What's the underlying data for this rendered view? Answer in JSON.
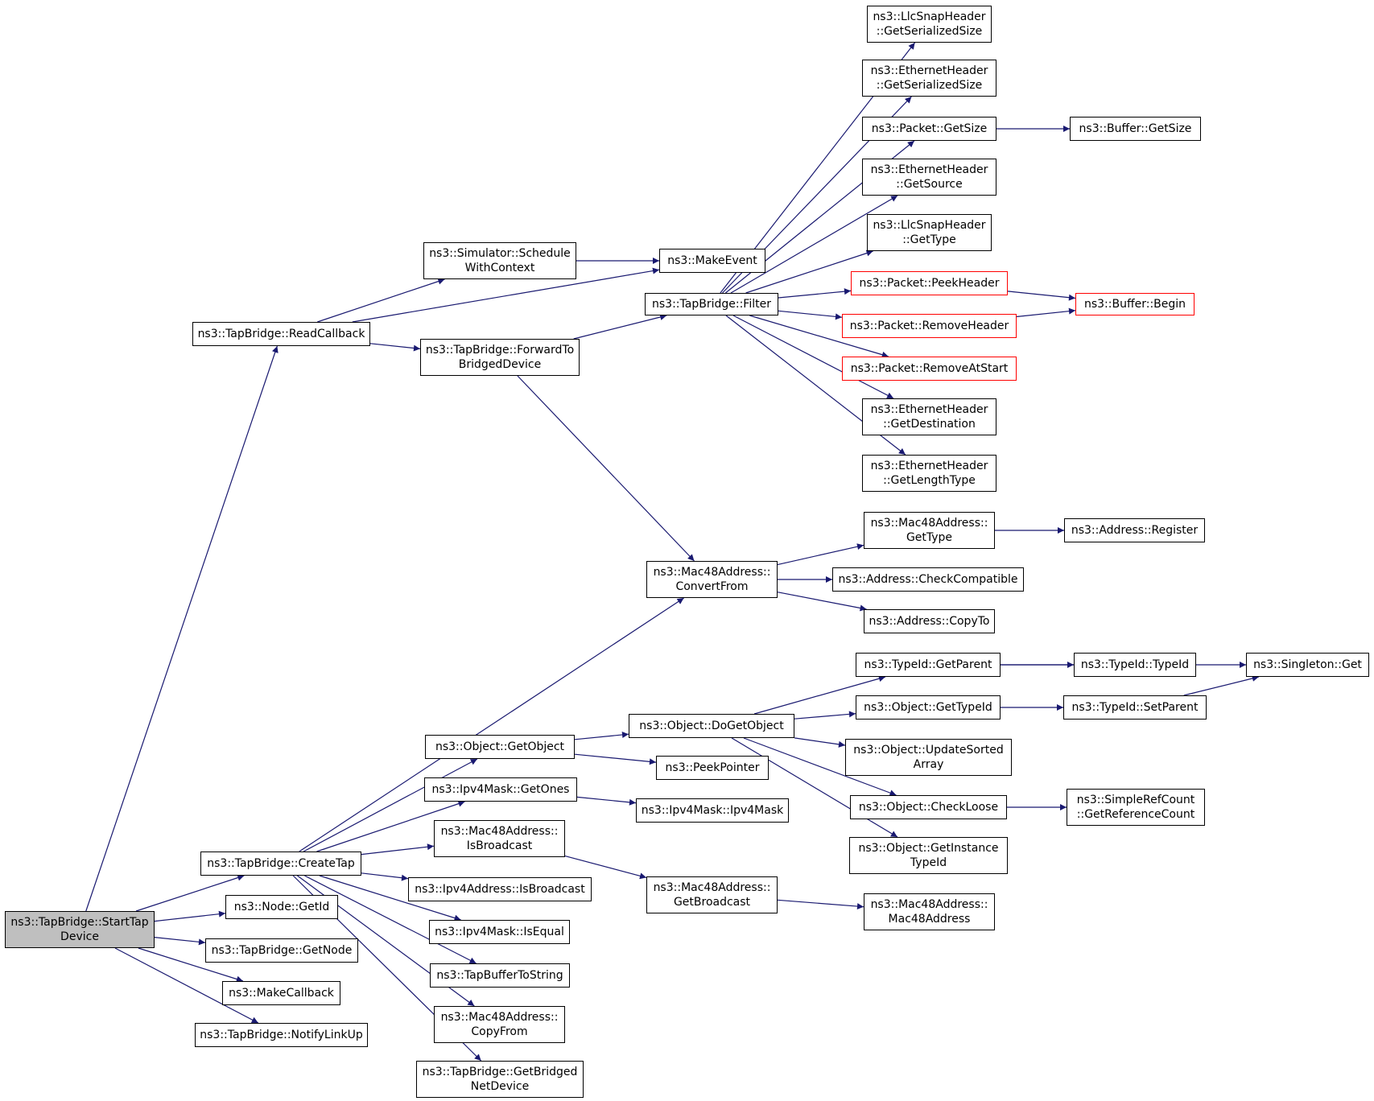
{
  "colors": {
    "edge": "#191970",
    "node_border": "#000000",
    "truncated_border": "#ff0000",
    "root_fill": "#bfbfbf"
  },
  "nodes": [
    {
      "id": "start",
      "lines": [
        "ns3::TapBridge::StartTap",
        "Device"
      ],
      "root": true
    },
    {
      "id": "readcb",
      "lines": [
        "ns3::TapBridge::ReadCallback"
      ]
    },
    {
      "id": "createtap",
      "lines": [
        "ns3::TapBridge::CreateTap"
      ]
    },
    {
      "id": "getid",
      "lines": [
        "ns3::Node::GetId"
      ]
    },
    {
      "id": "getnode",
      "lines": [
        "ns3::TapBridge::GetNode"
      ]
    },
    {
      "id": "makecb",
      "lines": [
        "ns3::MakeCallback"
      ]
    },
    {
      "id": "notify",
      "lines": [
        "ns3::TapBridge::NotifyLinkUp"
      ]
    },
    {
      "id": "sched",
      "lines": [
        "ns3::Simulator::Schedule",
        "WithContext"
      ]
    },
    {
      "id": "fwd",
      "lines": [
        "ns3::TapBridge::ForwardTo",
        "BridgedDevice"
      ]
    },
    {
      "id": "getobj",
      "lines": [
        "ns3::Object::GetObject"
      ]
    },
    {
      "id": "getones",
      "lines": [
        "ns3::Ipv4Mask::GetOnes"
      ]
    },
    {
      "id": "macisbc",
      "lines": [
        "ns3::Mac48Address::",
        "IsBroadcast"
      ]
    },
    {
      "id": "ipisbc",
      "lines": [
        "ns3::Ipv4Address::IsBroadcast"
      ]
    },
    {
      "id": "isequal",
      "lines": [
        "ns3::Ipv4Mask::IsEqual"
      ]
    },
    {
      "id": "tapbuf",
      "lines": [
        "ns3::TapBufferToString"
      ]
    },
    {
      "id": "copyfrom",
      "lines": [
        "ns3::Mac48Address::",
        "CopyFrom"
      ]
    },
    {
      "id": "getbridged",
      "lines": [
        "ns3::TapBridge::GetBridged",
        "NetDevice"
      ]
    },
    {
      "id": "makeevent",
      "lines": [
        "ns3::MakeEvent"
      ]
    },
    {
      "id": "filter",
      "lines": [
        "ns3::TapBridge::Filter"
      ]
    },
    {
      "id": "convfrom",
      "lines": [
        "ns3::Mac48Address::",
        "ConvertFrom"
      ]
    },
    {
      "id": "dogetobj",
      "lines": [
        "ns3::Object::DoGetObject"
      ]
    },
    {
      "id": "peekptr",
      "lines": [
        "ns3::PeekPointer"
      ]
    },
    {
      "id": "ipv4mask",
      "lines": [
        "ns3::Ipv4Mask::Ipv4Mask"
      ]
    },
    {
      "id": "getbc",
      "lines": [
        "ns3::Mac48Address::",
        "GetBroadcast"
      ]
    },
    {
      "id": "llcsize",
      "lines": [
        "ns3::LlcSnapHeader",
        "::GetSerializedSize"
      ]
    },
    {
      "id": "ethsize",
      "lines": [
        "ns3::EthernetHeader",
        "::GetSerializedSize"
      ]
    },
    {
      "id": "pktsize",
      "lines": [
        "ns3::Packet::GetSize"
      ]
    },
    {
      "id": "ethsrc",
      "lines": [
        "ns3::EthernetHeader",
        "::GetSource"
      ]
    },
    {
      "id": "llctype",
      "lines": [
        "ns3::LlcSnapHeader",
        "::GetType"
      ]
    },
    {
      "id": "peekhdr",
      "lines": [
        "ns3::Packet::PeekHeader"
      ],
      "truncated": true
    },
    {
      "id": "remhdr",
      "lines": [
        "ns3::Packet::RemoveHeader"
      ],
      "truncated": true
    },
    {
      "id": "remstart",
      "lines": [
        "ns3::Packet::RemoveAtStart"
      ],
      "truncated": true
    },
    {
      "id": "ethdst",
      "lines": [
        "ns3::EthernetHeader",
        "::GetDestination"
      ]
    },
    {
      "id": "ethlen",
      "lines": [
        "ns3::EthernetHeader",
        "::GetLengthType"
      ]
    },
    {
      "id": "macgettype",
      "lines": [
        "ns3::Mac48Address::",
        "GetType"
      ]
    },
    {
      "id": "checkcompat",
      "lines": [
        "ns3::Address::CheckCompatible"
      ]
    },
    {
      "id": "copyto",
      "lines": [
        "ns3::Address::CopyTo"
      ]
    },
    {
      "id": "getparent",
      "lines": [
        "ns3::TypeId::GetParent"
      ]
    },
    {
      "id": "objtypeid",
      "lines": [
        "ns3::Object::GetTypeId"
      ]
    },
    {
      "id": "updsorted",
      "lines": [
        "ns3::Object::UpdateSorted",
        "Array"
      ]
    },
    {
      "id": "checkloose",
      "lines": [
        "ns3::Object::CheckLoose"
      ]
    },
    {
      "id": "getinst",
      "lines": [
        "ns3::Object::GetInstance",
        "TypeId"
      ]
    },
    {
      "id": "mac48ctor",
      "lines": [
        "ns3::Mac48Address::",
        "Mac48Address"
      ]
    },
    {
      "id": "bufsize",
      "lines": [
        "ns3::Buffer::GetSize"
      ]
    },
    {
      "id": "bufbegin",
      "lines": [
        "ns3::Buffer::Begin"
      ],
      "truncated": true
    },
    {
      "id": "addrreg",
      "lines": [
        "ns3::Address::Register"
      ]
    },
    {
      "id": "typeidctor",
      "lines": [
        "ns3::TypeId::TypeId"
      ]
    },
    {
      "id": "setparent",
      "lines": [
        "ns3::TypeId::SetParent"
      ]
    },
    {
      "id": "refcount",
      "lines": [
        "ns3::SimpleRefCount",
        "::GetReferenceCount"
      ]
    },
    {
      "id": "singleton",
      "lines": [
        "ns3::Singleton::Get"
      ]
    }
  ],
  "edges": [
    [
      "start",
      "readcb"
    ],
    [
      "start",
      "createtap"
    ],
    [
      "start",
      "getid"
    ],
    [
      "start",
      "getnode"
    ],
    [
      "start",
      "makecb"
    ],
    [
      "start",
      "notify"
    ],
    [
      "readcb",
      "sched"
    ],
    [
      "readcb",
      "makeevent"
    ],
    [
      "readcb",
      "fwd"
    ],
    [
      "sched",
      "makeevent"
    ],
    [
      "fwd",
      "filter"
    ],
    [
      "fwd",
      "convfrom"
    ],
    [
      "filter",
      "llcsize"
    ],
    [
      "filter",
      "ethsize"
    ],
    [
      "filter",
      "pktsize"
    ],
    [
      "filter",
      "ethsrc"
    ],
    [
      "filter",
      "llctype"
    ],
    [
      "filter",
      "peekhdr"
    ],
    [
      "filter",
      "remhdr"
    ],
    [
      "filter",
      "remstart"
    ],
    [
      "filter",
      "ethdst"
    ],
    [
      "filter",
      "ethlen"
    ],
    [
      "pktsize",
      "bufsize"
    ],
    [
      "peekhdr",
      "bufbegin"
    ],
    [
      "remhdr",
      "bufbegin"
    ],
    [
      "convfrom",
      "macgettype"
    ],
    [
      "convfrom",
      "checkcompat"
    ],
    [
      "convfrom",
      "copyto"
    ],
    [
      "macgettype",
      "addrreg"
    ],
    [
      "createtap",
      "convfrom"
    ],
    [
      "createtap",
      "getobj"
    ],
    [
      "createtap",
      "getones"
    ],
    [
      "createtap",
      "macisbc"
    ],
    [
      "createtap",
      "ipisbc"
    ],
    [
      "createtap",
      "isequal"
    ],
    [
      "createtap",
      "tapbuf"
    ],
    [
      "createtap",
      "copyfrom"
    ],
    [
      "createtap",
      "getbridged"
    ],
    [
      "getobj",
      "dogetobj"
    ],
    [
      "getobj",
      "peekptr"
    ],
    [
      "getones",
      "ipv4mask"
    ],
    [
      "macisbc",
      "getbc"
    ],
    [
      "getbc",
      "mac48ctor"
    ],
    [
      "dogetobj",
      "getparent"
    ],
    [
      "dogetobj",
      "objtypeid"
    ],
    [
      "dogetobj",
      "updsorted"
    ],
    [
      "dogetobj",
      "checkloose"
    ],
    [
      "dogetobj",
      "getinst"
    ],
    [
      "getparent",
      "typeidctor"
    ],
    [
      "getparent",
      "singleton"
    ],
    [
      "objtypeid",
      "setparent"
    ],
    [
      "setparent",
      "singleton"
    ],
    [
      "checkloose",
      "refcount"
    ]
  ]
}
